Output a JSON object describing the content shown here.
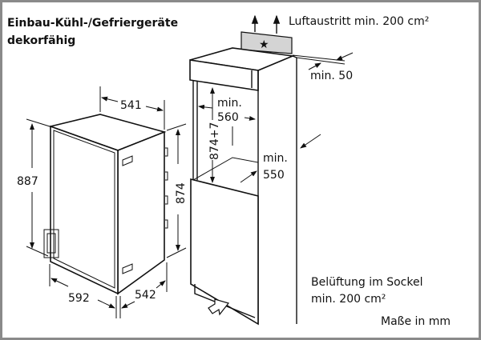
{
  "title": {
    "line1": "Einbau-Kühl-/Gefriergeräte",
    "line2": "dekorfähig"
  },
  "appliance": {
    "width": "541",
    "height_total": "887",
    "height_body": "874",
    "depth_front": "592",
    "depth_side": "542"
  },
  "niche": {
    "air_outlet": "Luftaustritt min. 200 cm²",
    "gap": "min. 50",
    "width_min_label": "min.",
    "width_min": "560",
    "height": "874+7",
    "depth_min_label": "min.",
    "depth_min": "550",
    "ventilation_line1": "Belüftung im Sockel",
    "ventilation_line2": "min. 200 cm²"
  },
  "units": "Maße in mm"
}
